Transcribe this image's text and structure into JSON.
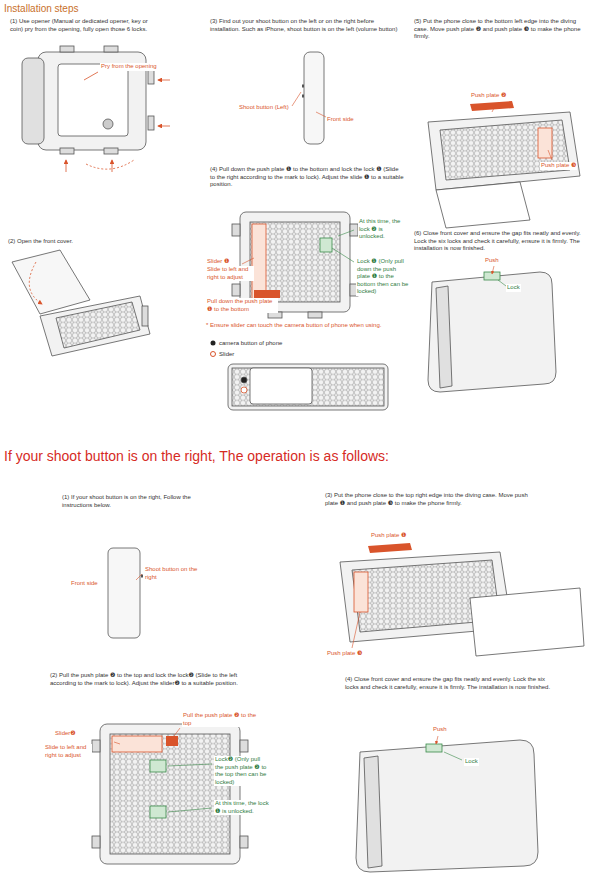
{
  "diagram": {
    "title": "Installation steps",
    "labels": [
      "(1) Use opener (Manual or dedicated opener, key or coin) pry from the opening, fully open those 6 locks.",
      "Pry from the opening",
      "(2) Open the front cover.",
      "(3) Find out your shoot button on the left or on the right before installation. Such as iPhone, shoot button is on the left (volume button)",
      "Shoot button (Left)",
      "Front side",
      "(4) Pull down the push plate ❶ to the bottom and lock the lock ❶ (Slide to the right according to the mark to lock). Adjust the slide ❶ to a suitable position.",
      "At this time, the lock ❷ is unlocked.",
      "Slider ❶",
      "Slide to left and right to adjust",
      "Lock ❶ (Only pull down the push plate ❶ to the bottom then can be locked)",
      "Pull down the push plate ❶ to the bottom",
      "* Ensure slider can touch the camera button of phone when using.",
      "camera button of phone",
      "Slider",
      "(5) Put the phone close to the bottom left edge into the diving case. Move push plate ❷ and push plate ❸ to make the phone firmly.",
      "Push plate ❷",
      "Push plate ❸",
      "(6) Close front cover and ensure the gap fits neatly and evenly. Lock the six locks and check it carefully, ensure it is firmly. The installation is now finished.",
      "Push",
      "Lock",
      "If your shoot button is on the right, The operation is as follows:",
      "(1) If your shoot button is on the right, Follow the instructions below.",
      "Front side",
      "Shoot button on the right",
      "(2) Pull the push plate ❷ to the top and lock the lock❷ (Slide to the left according to the mark to lock). Adjust the slider❷ to a suitable position.",
      "Slider❷",
      "Slide to left and right to adjust",
      "Pull the push plate ❷ to the top",
      "Lock❷ (Only pull the push plate ❷ to the top then can be locked)",
      "At this time, the lock ❶ is unlocked.",
      "(3) Put the phone close to the top right edge into the diving case. Move push plate ❶ and push plate ❸ to make the phone firmly.",
      "Push plate ❶",
      "Push plate ❸",
      "(4) Close front cover and ensure the gap fits neatly and evenly. Lock the six locks and check it carefully, ensure it is firmly. The installation is now finished.",
      "Push",
      "Lock"
    ]
  }
}
